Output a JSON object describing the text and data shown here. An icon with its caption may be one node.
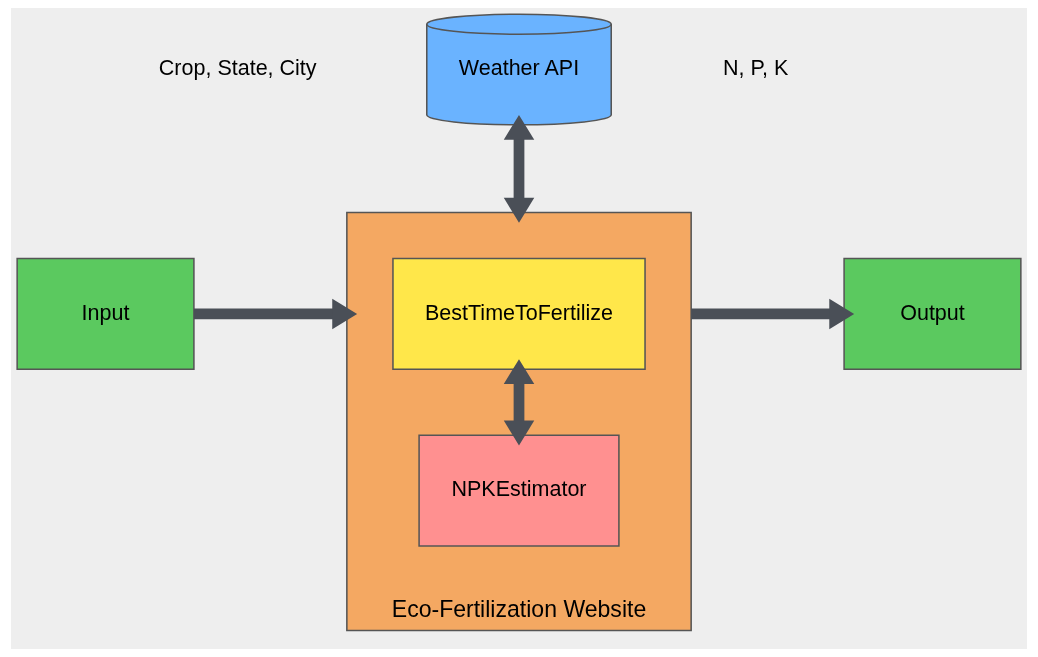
{
  "diagram": {
    "nodes": [
      {
        "text": [
          "Weather API"
        ]
      },
      {
        "text": [
          "Eco-Fertilization Website"
        ]
      },
      {
        "text": [
          "BestTimeToFertilize"
        ],
        "in": 1
      },
      {
        "text": [
          "NPKEstimator"
        ],
        "in": 1
      },
      {
        "text": [
          "Input"
        ]
      },
      {
        "text": [
          "Output"
        ]
      }
    ],
    "edges": [
      {
        "from": 0,
        "to": 1,
        "arrow": "both"
      },
      {
        "from": 2,
        "to": 3,
        "arrow": "both"
      },
      {
        "from": 4,
        "to": 1,
        "arrow": "to"
      },
      {
        "from": 1,
        "to": 5,
        "arrow": "to"
      }
    ],
    "labels": [
      "Crop, State, City",
      "N, P, K"
    ]
  }
}
